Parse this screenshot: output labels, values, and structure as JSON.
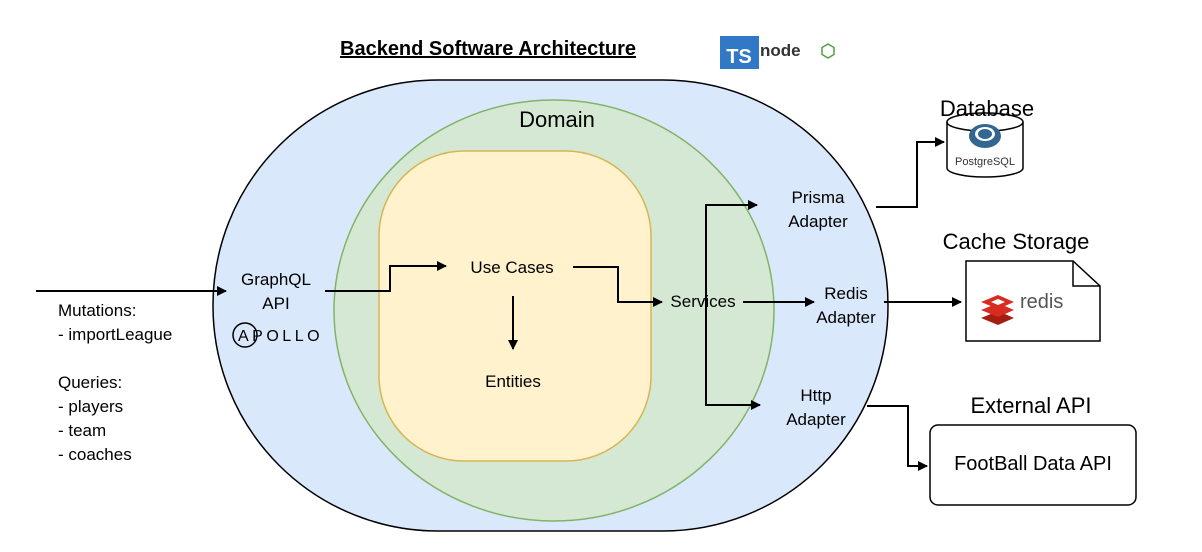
{
  "title": "Backend Software Architecture",
  "logos": {
    "ts": "TS",
    "node": "node",
    "apollo": "APOLLO",
    "postgres": "PostgreSQL",
    "redis": "redis"
  },
  "layers": {
    "domain": "Domain"
  },
  "nodes": {
    "graphql": [
      "GraphQL",
      "API"
    ],
    "use_cases": "Use Cases",
    "entities": "Entities",
    "services": "Services",
    "prisma": [
      "Prisma",
      "Adapter"
    ],
    "redis": [
      "Redis",
      "Adapter"
    ],
    "http": [
      "Http",
      "Adapter"
    ],
    "external_api_box": "FootBall Data API"
  },
  "targets": {
    "database": "Database",
    "cache": "Cache Storage",
    "external": "External API"
  },
  "operations": {
    "mutations_heading": "Mutations:",
    "mutations": [
      "- importLeague"
    ],
    "queries_heading": "Queries:",
    "queries": [
      "- players",
      "- team",
      "- coaches"
    ]
  },
  "colors": {
    "outer_fill": "#dae8fc",
    "outer_stroke": "#000000",
    "domain_fill": "#d5e8d4",
    "domain_stroke": "#82b366",
    "core_fill": "#fff2cc",
    "core_stroke": "#d6b656",
    "ts_blue": "#3178c6",
    "node_green": "#539e43",
    "postgres_blue": "#336791",
    "redis_red": "#d82c20"
  }
}
